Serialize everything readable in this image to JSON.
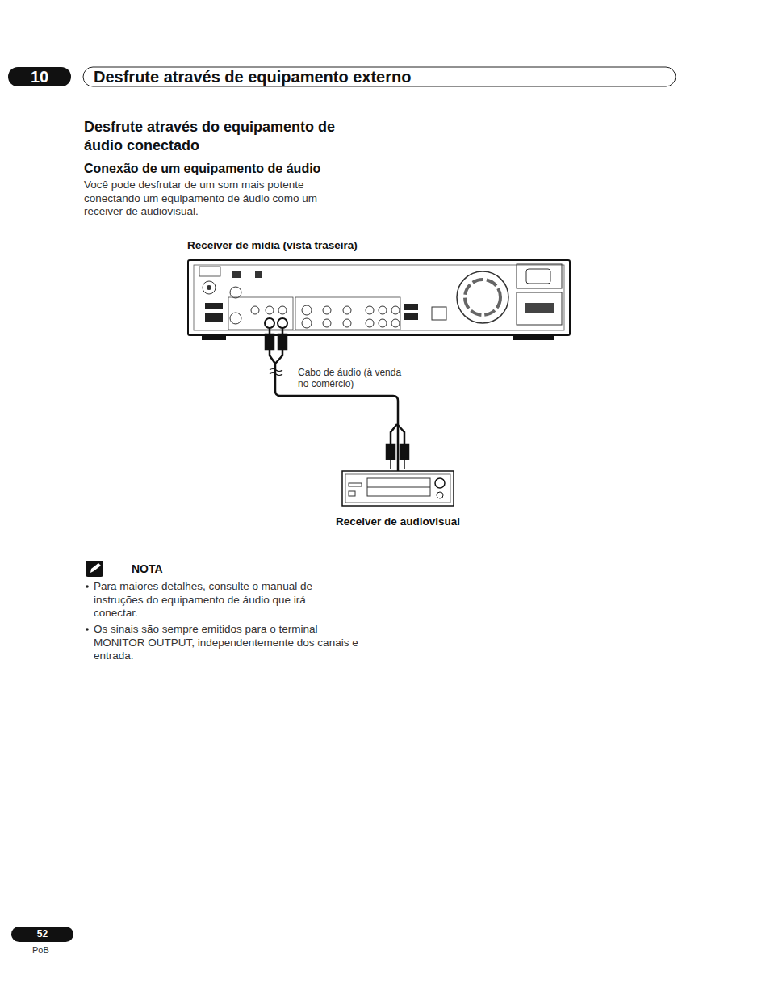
{
  "diagram": {
    "title": "Desfrute através de equipamento externo",
    "nodes": [
      {
        "text": [
          "Receiver de mídia (vista traseira)"
        ]
      },
      {
        "text": [
          "Receiver de audiovisual"
        ]
      }
    ],
    "edges": [
      {
        "from": 0,
        "to": 1,
        "arrow": "none",
        "label": "Cabo de áudio (à venda no comércio)"
      }
    ],
    "labels": [
      "10",
      "Desfrute através do equipamento de áudio conectado",
      "Conexão de um equipamento de áudio",
      "Você pode desfrutar de um som mais potente conectando um equipamento de áudio como um receiver de audiovisual.",
      "NOTA",
      "Para maiores detalhes, consulte o manual de instruções do equipamento de áudio que irá conectar.",
      "Os sinais são sempre emitidos para o terminal MONITOR OUTPUT, independentemente dos canais e entrada.",
      "52",
      "PoB"
    ]
  }
}
